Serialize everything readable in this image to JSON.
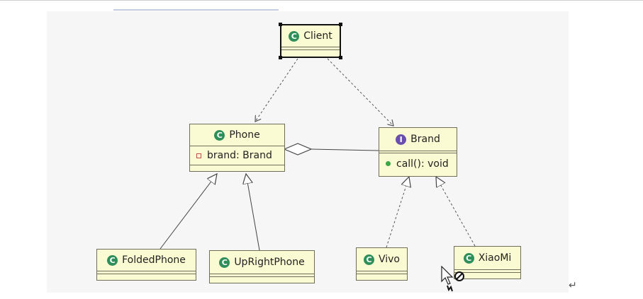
{
  "diagram": {
    "classes": {
      "client": {
        "name": "Client",
        "stereotype": "class"
      },
      "phone": {
        "name": "Phone",
        "stereotype": "class",
        "fields": [
          "brand: Brand"
        ]
      },
      "brand": {
        "name": "Brand",
        "stereotype": "interface",
        "methods": [
          "call(): void"
        ]
      },
      "folded_phone": {
        "name": "FoldedPhone",
        "stereotype": "class"
      },
      "upright_phone": {
        "name": "UpRightPhone",
        "stereotype": "class"
      },
      "vivo": {
        "name": "Vivo",
        "stereotype": "class"
      },
      "xiaomi": {
        "name": "XiaoMi",
        "stereotype": "class"
      }
    },
    "relations": [
      {
        "from": "Client",
        "to": "Phone",
        "kind": "dependency"
      },
      {
        "from": "Client",
        "to": "Brand",
        "kind": "dependency"
      },
      {
        "from": "Phone",
        "to": "Brand",
        "kind": "aggregation"
      },
      {
        "from": "FoldedPhone",
        "to": "Phone",
        "kind": "generalization"
      },
      {
        "from": "UpRightPhone",
        "to": "Phone",
        "kind": "generalization"
      },
      {
        "from": "Vivo",
        "to": "Brand",
        "kind": "realization"
      },
      {
        "from": "XiaoMi",
        "to": "Brand",
        "kind": "realization"
      }
    ],
    "selected": "Client",
    "badge_letters": {
      "class": "C",
      "interface": "I"
    },
    "colors": {
      "class_fill": "#fbfbd3",
      "class_badge": "#2f8f5b",
      "interface_badge": "#6a4fb0",
      "field_icon": "#c44a4a",
      "method_icon": "#3ca646"
    }
  },
  "editor": {
    "paragraph_mark": "↵"
  }
}
